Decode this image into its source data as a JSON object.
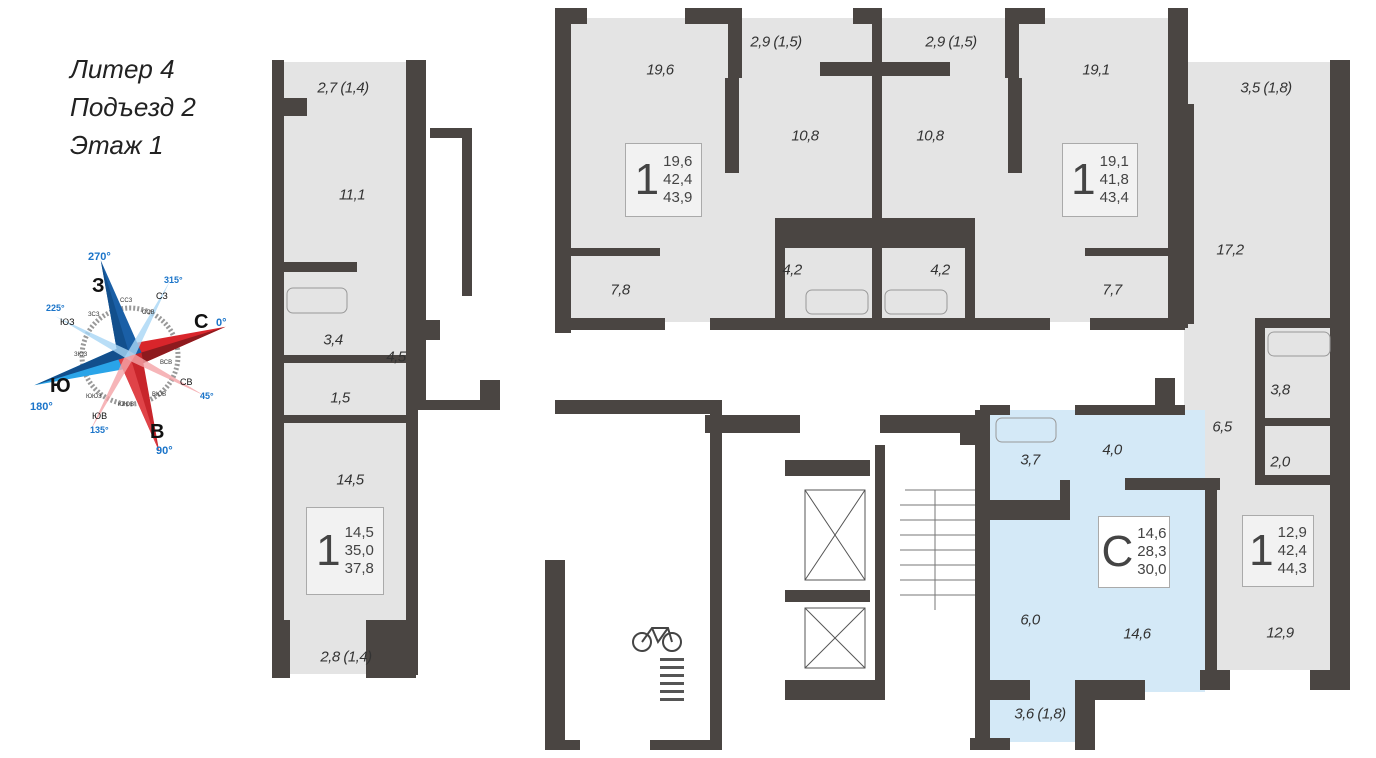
{
  "header": {
    "lines": [
      "Литер 4",
      "Подъезд 2",
      "Этаж 1"
    ]
  },
  "compass": {
    "north": "С",
    "east": "В",
    "south": "Ю",
    "west": "З",
    "north_deg": "0°",
    "east_deg": "90°",
    "south_deg": "180°",
    "west_deg": "270°",
    "ne": "СВ",
    "ne_deg": "45°",
    "se": "ЮВ",
    "se_deg": "135°",
    "sw": "ЮЗ",
    "sw_deg": "225°",
    "nw": "СЗ",
    "nw_deg": "315°",
    "minor": [
      "ССВ",
      "ВСВ",
      "ВЮВ",
      "ЮЮВ",
      "ЮЮЗ",
      "ЗЮЗ",
      "ЗСЗ",
      "ССЗ"
    ]
  },
  "apartments": {
    "left": {
      "rooms": "1",
      "living": "14,5",
      "total": "35,0",
      "total_balcony": "37,8",
      "areas": {
        "balcony_top": "2,7 (1,4)",
        "kitchen": "11,1",
        "bath": "3,4",
        "hall": "4,5",
        "wc": "1,5",
        "room": "14,5",
        "balcony_bottom": "2,8 (1,4)"
      }
    },
    "top_left": {
      "rooms": "1",
      "living": "19,6",
      "total": "42,4",
      "total_balcony": "43,9",
      "areas": {
        "room": "19,6",
        "balcony": "2,9 (1,5)",
        "kitchen": "10,8",
        "bath": "4,2",
        "hall": "7,8"
      }
    },
    "top_right": {
      "rooms": "1",
      "living": "19,1",
      "total": "41,8",
      "total_balcony": "43,4",
      "areas": {
        "room": "19,1",
        "balcony": "2,9 (1,5)",
        "kitchen": "10,8",
        "bath": "4,2",
        "hall": "7,7"
      }
    },
    "right": {
      "rooms": "1",
      "living": "12,9",
      "total": "42,4",
      "total_balcony": "44,3",
      "areas": {
        "balcony": "3,5 (1,8)",
        "kitchen": "17,2",
        "bath": "3,8",
        "hall": "6,5",
        "wc": "2,0",
        "room": "12,9"
      }
    },
    "studio": {
      "rooms": "С",
      "living": "14,6",
      "total": "28,3",
      "total_balcony": "30,0",
      "areas": {
        "bath": "3,7",
        "hall": "4,0",
        "kitchen": "6,0",
        "room": "14,6",
        "balcony": "3,6 (1,8)"
      }
    }
  },
  "colors": {
    "wall": "#4a4542",
    "apartment": "#e4e4e4",
    "studio": "#d4e9f7",
    "compass_red": "#d9252b",
    "compass_blue": "#1a74c9"
  }
}
